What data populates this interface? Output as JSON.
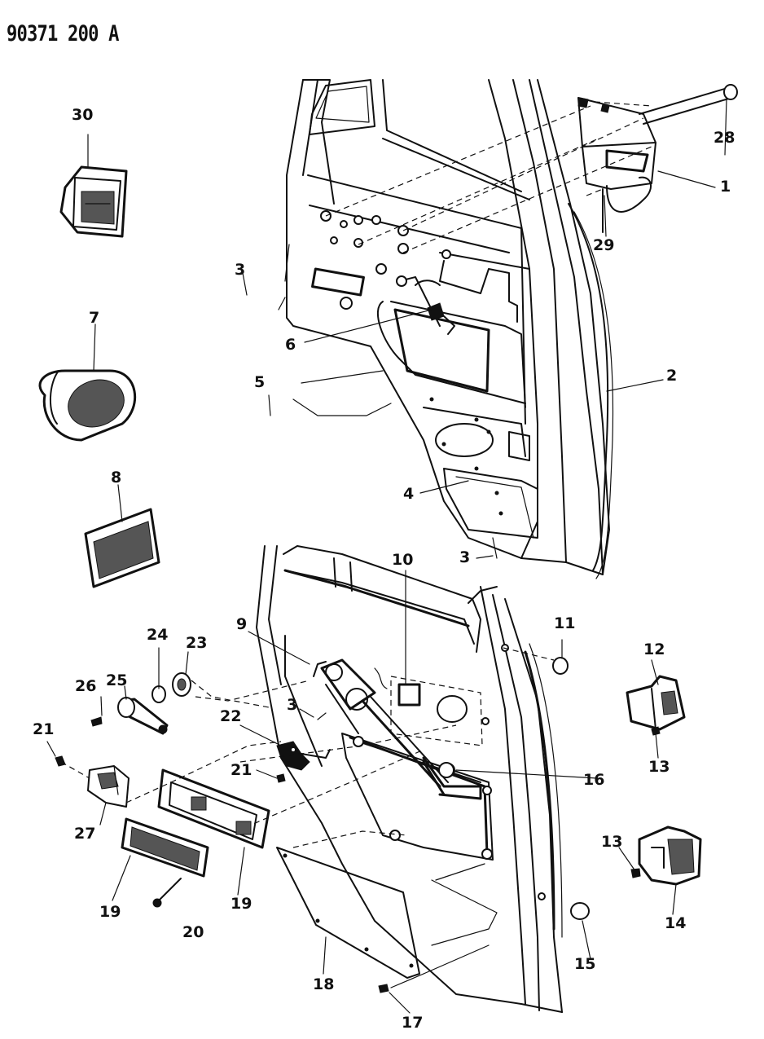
{
  "document_code": "90371 200  A",
  "callouts": [
    {
      "id": "30",
      "text": "30"
    },
    {
      "id": "28",
      "text": "28"
    },
    {
      "id": "1",
      "text": "1"
    },
    {
      "id": "29",
      "text": "29"
    },
    {
      "id": "3a",
      "text": "3"
    },
    {
      "id": "7",
      "text": "7"
    },
    {
      "id": "6",
      "text": "6"
    },
    {
      "id": "2",
      "text": "2"
    },
    {
      "id": "5",
      "text": "5"
    },
    {
      "id": "8",
      "text": "8"
    },
    {
      "id": "4",
      "text": "4"
    },
    {
      "id": "3b",
      "text": "3"
    },
    {
      "id": "10",
      "text": "10"
    },
    {
      "id": "11",
      "text": "11"
    },
    {
      "id": "9",
      "text": "9"
    },
    {
      "id": "24",
      "text": "24"
    },
    {
      "id": "23",
      "text": "23"
    },
    {
      "id": "12",
      "text": "12"
    },
    {
      "id": "25",
      "text": "25"
    },
    {
      "id": "26",
      "text": "26"
    },
    {
      "id": "3c",
      "text": "3"
    },
    {
      "id": "22",
      "text": "22"
    },
    {
      "id": "21a",
      "text": "21"
    },
    {
      "id": "13a",
      "text": "13"
    },
    {
      "id": "21b",
      "text": "21"
    },
    {
      "id": "16",
      "text": "16"
    },
    {
      "id": "27",
      "text": "27"
    },
    {
      "id": "13b",
      "text": "13"
    },
    {
      "id": "14",
      "text": "14"
    },
    {
      "id": "19a",
      "text": "19"
    },
    {
      "id": "19b",
      "text": "19"
    },
    {
      "id": "20",
      "text": "20"
    },
    {
      "id": "15",
      "text": "15"
    },
    {
      "id": "18",
      "text": "18"
    },
    {
      "id": "17",
      "text": "17"
    }
  ],
  "icons": [
    "door-panel-icon",
    "speaker-icon",
    "handle-bezel-icon",
    "hinge-icon",
    "window-regulator-icon"
  ]
}
